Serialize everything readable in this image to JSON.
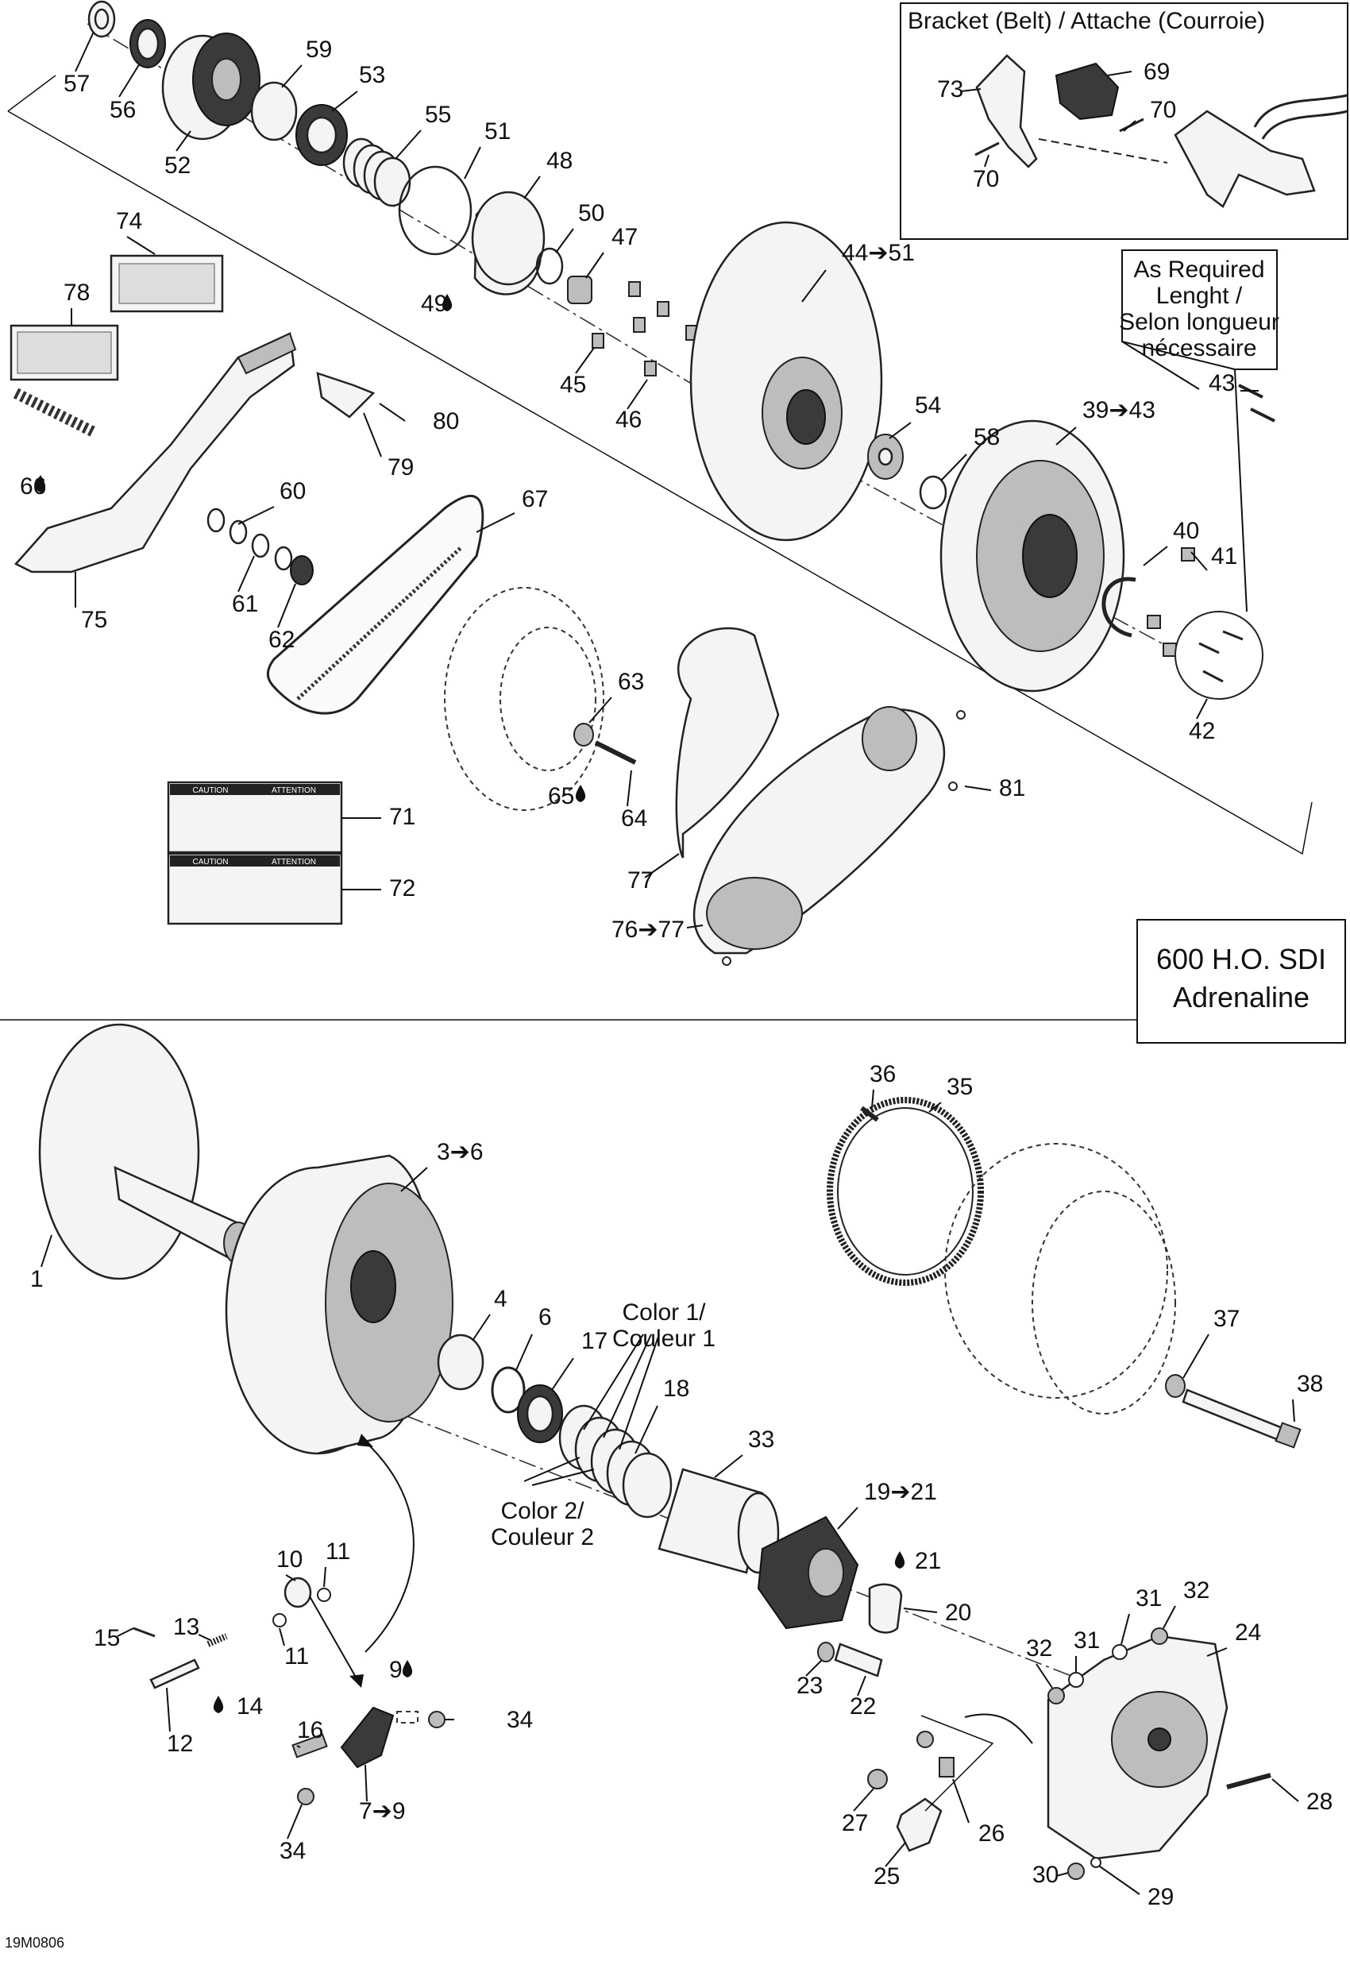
{
  "boxes": {
    "bracket_title": "Bracket (Belt) / Attache (Courroie)",
    "as_required": [
      "As Required",
      "Lenght /",
      "Selon longueur",
      "nécessaire"
    ],
    "model": [
      "600 H.O. SDI",
      "Adrenaline"
    ],
    "color1": [
      "Color 1/",
      "Couleur 1"
    ],
    "color2": [
      "Color 2/",
      "Couleur 2"
    ]
  },
  "decals": {
    "caution": "CAUTION",
    "attention": "ATTENTION"
  },
  "drawing_code": "19M0806",
  "labels": {
    "l57": "57",
    "l56": "56",
    "l52": "52",
    "l59": "59",
    "l53": "53",
    "l55": "55",
    "l51": "51",
    "l48": "48",
    "l50": "50",
    "l47": "47",
    "l49": "49",
    "l45": "45",
    "l46": "46",
    "l44_51": "44➔51",
    "l54": "54",
    "l58": "58",
    "l39_43": "39➔43",
    "l40": "40",
    "l41": "41",
    "l42": "42",
    "l43": "43",
    "l73": "73",
    "l69": "69",
    "l70a": "70",
    "l70b": "70",
    "l74": "74",
    "l78": "78",
    "l66": "66",
    "l75": "75",
    "l79": "79",
    "l80": "80",
    "l60": "60",
    "l61": "61",
    "l62": "62",
    "l67": "67",
    "l63": "63",
    "l65": "65",
    "l64": "64",
    "l81": "81",
    "l77": "77",
    "l76_77": "76➔77",
    "l71": "71",
    "l72": "72",
    "l1": "1",
    "l3_6": "3➔6",
    "l4": "4",
    "l6": "6",
    "l17": "17",
    "l18": "18",
    "l33": "33",
    "l19_21": "19➔21",
    "l21": "21",
    "l20": "20",
    "l23": "23",
    "l22": "22",
    "l36": "36",
    "l35": "35",
    "l37": "37",
    "l38": "38",
    "l10": "10",
    "l11a": "11",
    "l11b": "11",
    "l15": "15",
    "l13": "13",
    "l14": "14",
    "l12": "12",
    "l9": "9",
    "l34a": "34",
    "l16": "16",
    "l7_9": "7➔9",
    "l34b": "34",
    "l31a": "31",
    "l32a": "32",
    "l32b": "32",
    "l31b": "31",
    "l24": "24",
    "l27": "27",
    "l26": "26",
    "l25": "25",
    "l28": "28",
    "l30": "30",
    "l29": "29"
  }
}
